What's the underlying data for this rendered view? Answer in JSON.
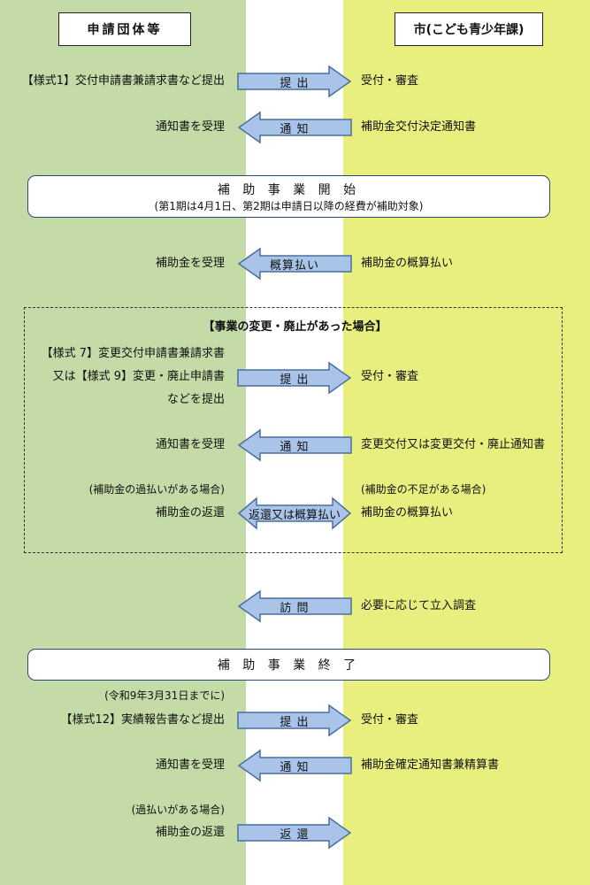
{
  "header": {
    "left": "申請団体等",
    "right": "市(こども青少年課)"
  },
  "rows": {
    "r1": {
      "left": "【様式1】交付申請書兼請求書など提出",
      "arrow": "提 出",
      "right": "受付・審査"
    },
    "r2": {
      "left": "通知書を受理",
      "arrow": "通 知",
      "right": "補助金交付決定通知書"
    },
    "r3": {
      "left": "補助金を受理",
      "arrow": "概算払い",
      "right": "補助金の概算払い"
    },
    "r4": {
      "left_line1": "【様式 7】変更交付申請書兼請求書",
      "left_line2": "又は【様式 9】変更・廃止申請書",
      "left_line3": "などを提出",
      "arrow": "提 出",
      "right": "受付・審査"
    },
    "r5": {
      "left": "通知書を受理",
      "arrow": "通 知",
      "right": "変更交付又は変更交付・廃止通知書"
    },
    "r6": {
      "left_note": "(補助金の過払いがある場合)",
      "left": "補助金の返還",
      "arrow": "返還又は概算払い",
      "right_note": "(補助金の不足がある場合)",
      "right": "補助金の概算払い"
    },
    "r7": {
      "arrow": "訪 問",
      "right": "必要に応じて立入調査"
    },
    "r8": {
      "left_note": "(令和9年3月31日までに)",
      "left": "【様式12】実績報告書など提出",
      "arrow": "提 出",
      "right": "受付・審査"
    },
    "r9": {
      "left": "通知書を受理",
      "arrow": "通 知",
      "right": "補助金確定通知書兼精算書"
    },
    "r10": {
      "left_note": "(過払いがある場合)",
      "left": "補助金の返還",
      "arrow": "返 還"
    }
  },
  "banner_start": {
    "title": "補 助 事 業 開 始",
    "sub": "(第1期は4月1日、第2期は申請日以降の経費が補助対象)"
  },
  "banner_end": {
    "title": "補 助 事 業 終 了"
  },
  "change_section": {
    "title": "【事業の変更・廃止があった場合】"
  },
  "colors": {
    "left_column": "#c4dba7",
    "right_column": "#e8ef7f",
    "arrow_fill": "#a9c4e8",
    "arrow_stroke": "#4a6f9e"
  }
}
